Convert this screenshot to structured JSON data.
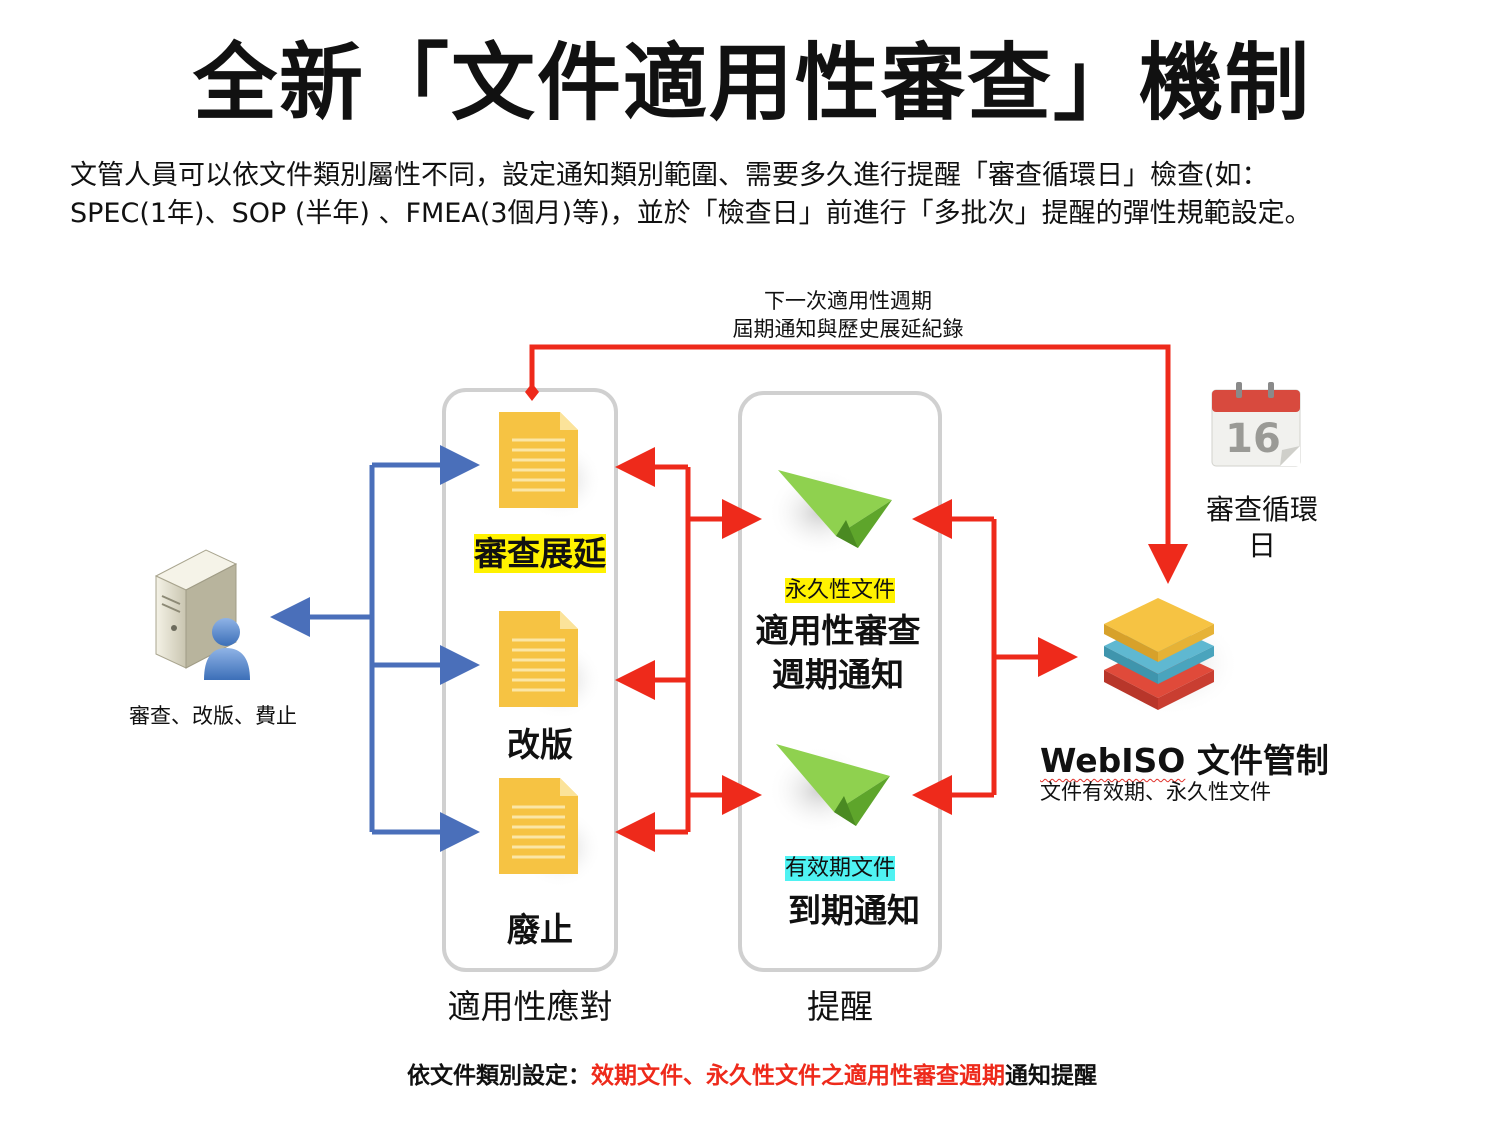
{
  "title": "全新「文件適用性審查」機制",
  "description": {
    "line1": "文管人員可以依文件類別屬性不同，設定通知類別範圍、需要多久進行提醒「審查循環日」檢查(如：",
    "line2": "SPEC(1年)、SOP (半年) 、FMEA(3個月)等)，並於「檢查日」前進行「多批次」提醒的彈性規範設定。"
  },
  "loop": {
    "line1": "下一次適用性週期",
    "line2": "屆期通知與歷史展延紀錄"
  },
  "server": {
    "label": "審查、改版、費止"
  },
  "documents": {
    "extend": "審查展延",
    "revise": "改版",
    "abolish": "廢止",
    "group_label": "適用性應對"
  },
  "reminders": {
    "permanent_tag": "永久性文件",
    "permanent_title1": "適用性審查",
    "permanent_title2": "週期通知",
    "expiry_tag": "有效期文件",
    "expiry_title": "到期通知",
    "group_label": "提醒"
  },
  "calendar": {
    "day": "16",
    "label1": "審查循環",
    "label2": "日"
  },
  "webiso": {
    "brand": "WebISO",
    "title_suffix": " 文件管制",
    "subtitle": "文件有效期、永久性文件"
  },
  "footer": {
    "prefix": "依文件類別設定：",
    "highlight": "效期文件、永久性文件之適用性審查週期",
    "suffix": "通知提醒"
  },
  "colors": {
    "red_arrow": "#ee2a1b",
    "blue_arrow": "#4a6fba",
    "doc_yellow": "#f6c343",
    "plane_green": "#7cc142"
  }
}
